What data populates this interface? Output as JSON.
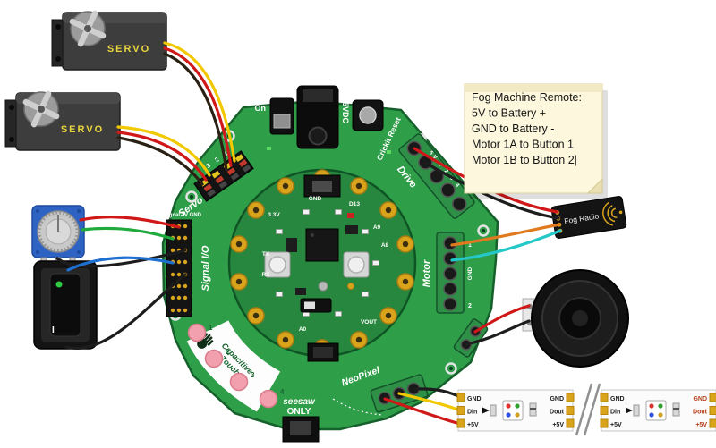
{
  "colors": {
    "board_green": "#2f9e49",
    "cpx_green": "#28873e",
    "wire_red": "#d01818",
    "wire_yellow": "#f2c900",
    "wire_black": "#1d1d1d",
    "wire_green": "#1faa3c",
    "wire_blue": "#1f6fd0",
    "wire_orange": "#e07a1f",
    "wire_cyan": "#25c8c8",
    "note_bg": "#fcf7dd",
    "touch_pink": "#f2a0ae",
    "pad_gold": "#d9a41b"
  },
  "note": {
    "lines": [
      "Fog Machine Remote:",
      "5V to Battery +",
      "GND to Battery -",
      "Motor 1A to Button 1",
      "Motor 1B to Button 2|"
    ]
  },
  "servo": {
    "label": "SERVO"
  },
  "rocker_switch": {
    "marker": "I"
  },
  "crickit": {
    "on_label": "On",
    "power_label": "5VDC",
    "reset_label": "Crickit Reset",
    "drive_label": "Drive",
    "drive_pins": "5V 1 2 3 4",
    "serv_note": "",
    "servo_label": "Servo",
    "servo_pins": "4 3 2 1",
    "signal_header": "Signal 3V GND",
    "signal_label": "Signal I/O",
    "signal_pins": [
      "1",
      "2",
      "3",
      "4",
      "5",
      "6",
      "7",
      "8"
    ],
    "motor_label": "Motor",
    "motor_pin_1": "1",
    "motor_pin_gnd": "GND",
    "motor_pin_2": "2",
    "neopixel_label": "NeoPixel",
    "touch_word_1": "Capacitive",
    "touch_word_2": "Touch",
    "touch_pins": [
      "1",
      "2",
      "3",
      "4"
    ],
    "seesaw_line1": "seesaw",
    "seesaw_line2": "ONLY"
  },
  "cpx": {
    "pads": {
      "gnd": "GND",
      "d13": "D13",
      "a9": "A9",
      "a8": "A8",
      "tx": "TX",
      "rx": "RX",
      "a0": "A0",
      "vout": "VOUT",
      "v33": "3.3V"
    }
  },
  "fog_radio": {
    "label": "Fog Radio"
  },
  "strip": {
    "gnd": "GND",
    "din": "Din",
    "dout": "Dout",
    "v5": "+5V"
  }
}
